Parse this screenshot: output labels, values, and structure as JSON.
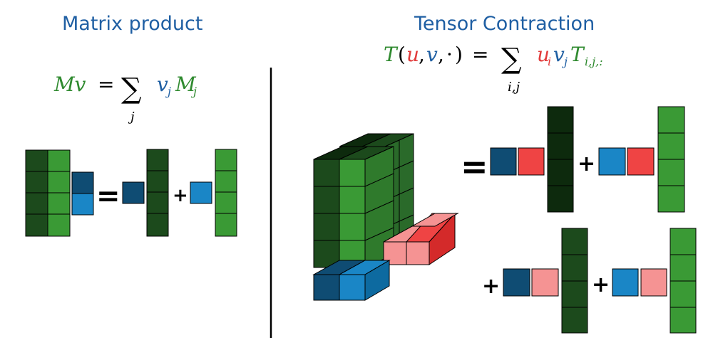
{
  "left_title": "Matrix product",
  "right_title": "Tensor Contraction",
  "left_formula": {
    "lhs": "Mv",
    "eq": "=",
    "sum": "∑",
    "sub": "j",
    "v_letter": "v",
    "v_sub": "j",
    "m_letter": "M",
    "m_sub": "j"
  },
  "right_formula": {
    "T": "T",
    "open": "(",
    "u": "u",
    "comma1": ",",
    "v": "v",
    "comma2": ",",
    "dot": "·",
    "close": ")",
    "eq": "=",
    "sum": "∑",
    "sub": "i,j",
    "u_i": "u",
    "u_sub": "i",
    "v_j": "v",
    "v_sub": "j",
    "T_r": "T",
    "T_sub": "i,j,:"
  },
  "operators": {
    "equals": "=",
    "plus": "+"
  },
  "colors": {
    "title_blue": "#1f5fa3",
    "formula_green": "#2f8a2f",
    "formula_blue": "#1f5fa3",
    "formula_red": "#e23b3b",
    "dark_green": "#1c4a1c",
    "mid_green": "#3a9a35",
    "very_dark_green": "#0d2a0d",
    "dark_blue": "#0f4c73",
    "light_blue": "#1a86c6",
    "red": "#ef4444",
    "pink": "#f59393"
  }
}
